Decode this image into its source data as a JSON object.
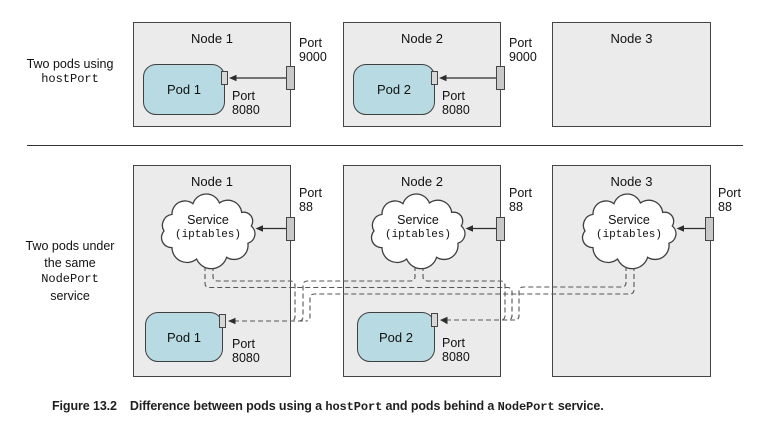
{
  "colors": {
    "node_fill": "#ebebeb",
    "node_border": "#454545",
    "pod_fill": "#b8dae3",
    "node_port_fill": "#c9c9c9",
    "pod_port_fill": "#d8d8d8",
    "solid_line": "#2e2e2e",
    "dashed_line": "#555555"
  },
  "sections": {
    "host_port": {
      "side_label": {
        "text": "Two pods using",
        "code": "hostPort"
      },
      "nodes": [
        {
          "title": "Node 1",
          "node_port": {
            "word": "Port",
            "number": "9000"
          },
          "pod": {
            "name": "Pod 1",
            "port_word": "Port",
            "port_number": "8080"
          }
        },
        {
          "title": "Node 2",
          "node_port": {
            "word": "Port",
            "number": "9000"
          },
          "pod": {
            "name": "Pod 2",
            "port_word": "Port",
            "port_number": "8080"
          }
        },
        {
          "title": "Node 3"
        }
      ]
    },
    "node_port": {
      "side_label": {
        "line1": "Two pods under",
        "line2": "the same",
        "code": "NodePort",
        "line3": "service"
      },
      "nodes": [
        {
          "title": "Node 1",
          "service": {
            "name": "Service",
            "impl": "(iptables)"
          },
          "node_port": {
            "word": "Port",
            "number": "88"
          },
          "pod": {
            "name": "Pod 1",
            "port_word": "Port",
            "port_number": "8080"
          }
        },
        {
          "title": "Node 2",
          "service": {
            "name": "Service",
            "impl": "(iptables)"
          },
          "node_port": {
            "word": "Port",
            "number": "88"
          },
          "pod": {
            "name": "Pod 2",
            "port_word": "Port",
            "port_number": "8080"
          }
        },
        {
          "title": "Node 3",
          "service": {
            "name": "Service",
            "impl": "(iptables)"
          },
          "node_port": {
            "word": "Port",
            "number": "88"
          }
        }
      ]
    }
  },
  "caption": {
    "label": "Figure 13.2",
    "text_1": "Difference between pods using a ",
    "code_1": "hostPort",
    "text_2": " and pods behind a ",
    "code_2": "NodePort",
    "text_3": " service."
  }
}
